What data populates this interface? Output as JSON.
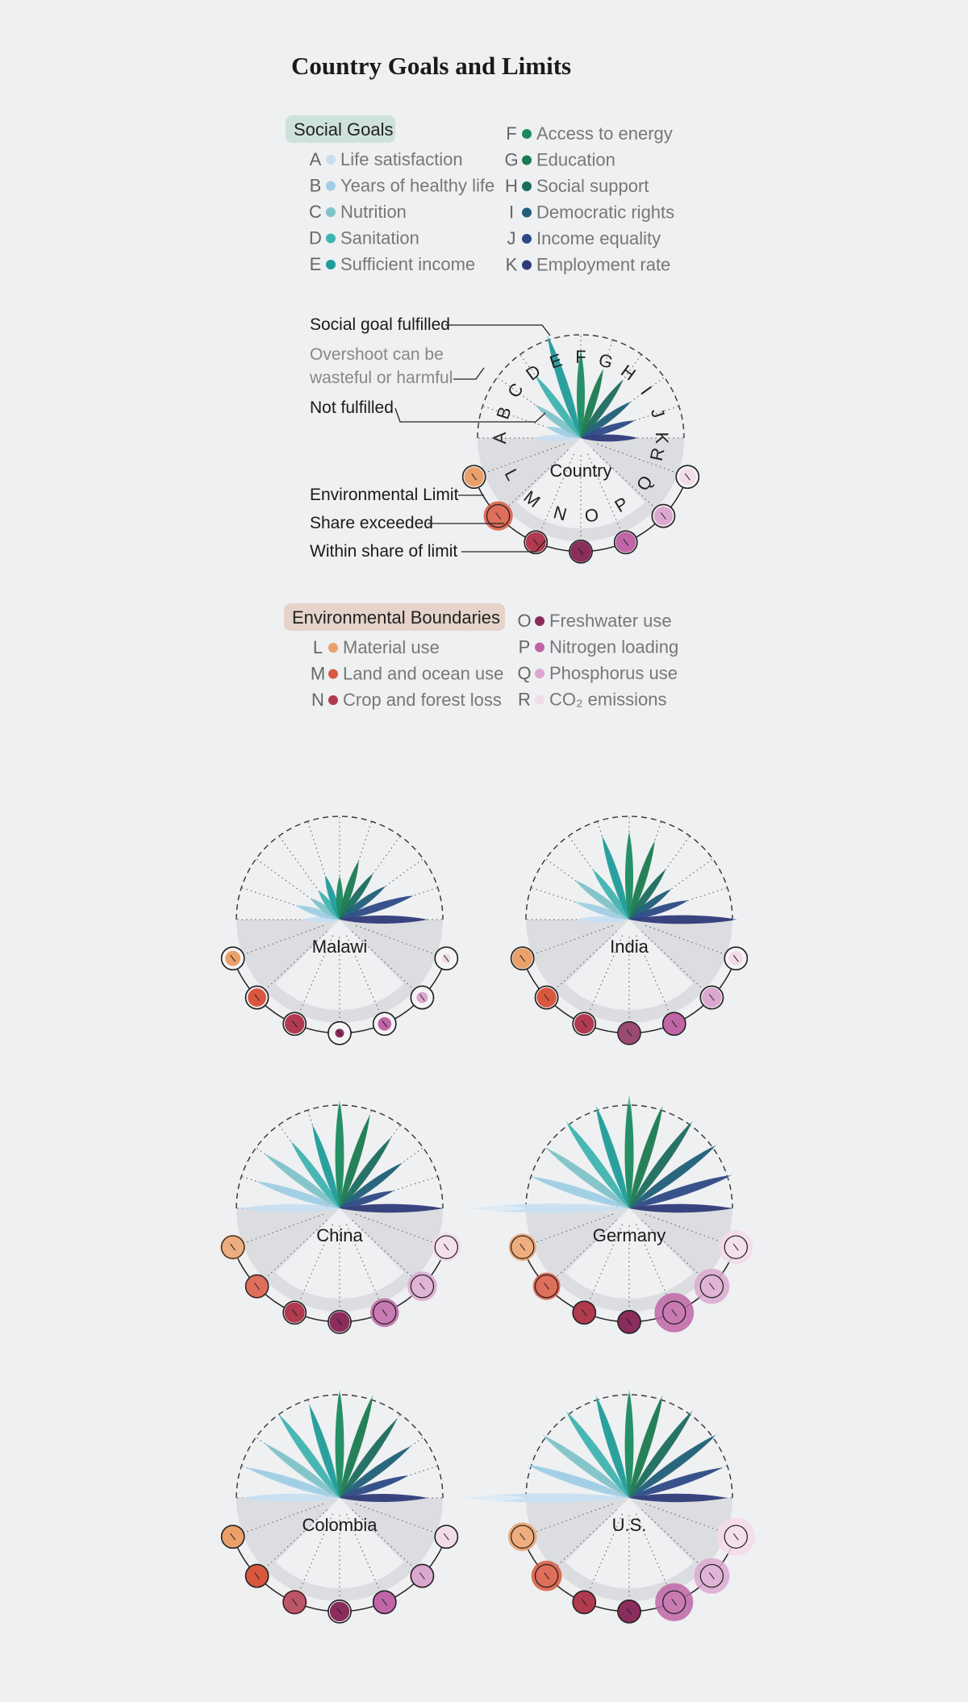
{
  "title": "Country Goals and Limits",
  "social_legend": {
    "heading": "Social Goals",
    "items": [
      {
        "letter": "A",
        "label": "Life satisfaction",
        "color": "#c8def0"
      },
      {
        "letter": "B",
        "label": "Years of healthy life",
        "color": "#9fcde4"
      },
      {
        "letter": "C",
        "label": "Nutrition",
        "color": "#7fc3c8"
      },
      {
        "letter": "D",
        "label": "Sanitation",
        "color": "#3fb3b0"
      },
      {
        "letter": "E",
        "label": "Sufficient income",
        "color": "#1f9c9a"
      },
      {
        "letter": "F",
        "label": "Access to energy",
        "color": "#1a8a5e"
      },
      {
        "letter": "G",
        "label": "Education",
        "color": "#1a7a50"
      },
      {
        "letter": "H",
        "label": "Social support",
        "color": "#1b6c5e"
      },
      {
        "letter": "I",
        "label": "Democratic rights",
        "color": "#1f5f78"
      },
      {
        "letter": "J",
        "label": "Income equality",
        "color": "#2d4a86"
      },
      {
        "letter": "K",
        "label": "Employment rate",
        "color": "#2f3a78"
      }
    ]
  },
  "env_legend": {
    "heading": "Environmental Boundaries",
    "items": [
      {
        "letter": "L",
        "label": "Material use",
        "color": "#eba06a"
      },
      {
        "letter": "M",
        "label": "Land and ocean use",
        "color": "#d9573f"
      },
      {
        "letter": "N",
        "label": "Crop and forest loss",
        "color": "#b23a4e"
      },
      {
        "letter": "O",
        "label": "Freshwater use",
        "color": "#8a2c5c"
      },
      {
        "letter": "P",
        "label": "Nitrogen loading",
        "color": "#c065a6"
      },
      {
        "letter": "Q",
        "label": "Phosphorus use",
        "color": "#dca8d0"
      },
      {
        "letter": "R",
        "label": "CO₂ emissions",
        "color": "#f3dbe8"
      }
    ]
  },
  "key": {
    "country_label": "Country",
    "annotations": {
      "fulfilled": "Social goal fulfilled",
      "overshoot_line1": "Overshoot can be",
      "overshoot_line2": "wasteful or harmful",
      "not_fulfilled": "Not fulfilled",
      "env_limit": "Environmental Limit",
      "share_exceeded": "Share exceeded",
      "within_share": "Within share of limit"
    }
  },
  "chart_data": {
    "type": "radial",
    "social_axis": [
      "A",
      "B",
      "C",
      "D",
      "E",
      "F",
      "G",
      "H",
      "I",
      "J",
      "K"
    ],
    "env_axis": [
      "L",
      "M",
      "N",
      "O",
      "P",
      "Q",
      "R"
    ],
    "goal_level": 1.0,
    "key_values": {
      "social": [
        0.45,
        0.35,
        0.55,
        0.75,
        1.05,
        0.85,
        0.7,
        0.7,
        0.6,
        0.55,
        0.55
      ],
      "env": [
        0.75,
        1.65,
        0.8,
        0.85,
        0.8,
        0.7,
        0.55
      ]
    },
    "countries": [
      {
        "name": "Malawi",
        "social": [
          0.35,
          0.45,
          0.35,
          0.35,
          0.45,
          0.42,
          0.6,
          0.55,
          0.55,
          0.75,
          0.85
        ],
        "env": [
          0.45,
          0.65,
          0.75,
          0.15,
          0.35,
          0.25,
          0.15
        ]
      },
      {
        "name": "India",
        "social": [
          0.5,
          0.55,
          0.65,
          0.6,
          0.85,
          0.85,
          0.8,
          0.6,
          0.5,
          0.6,
          1.05
        ],
        "env": [
          0.8,
          0.75,
          0.75,
          1.05,
          0.95,
          0.75,
          0.4
        ]
      },
      {
        "name": "China",
        "social": [
          0.95,
          0.85,
          0.9,
          0.8,
          0.85,
          1.05,
          0.95,
          0.85,
          0.75,
          0.55,
          1.0
        ],
        "env": [
          1.2,
          1.05,
          0.8,
          0.8,
          1.6,
          1.7,
          1.6
        ]
      },
      {
        "name": "Germany",
        "social": [
          1.55,
          1.0,
          1.0,
          1.05,
          1.05,
          1.1,
          1.05,
          1.05,
          1.05,
          1.05,
          1.0
        ],
        "env": [
          1.45,
          1.45,
          0.95,
          0.95,
          3.0,
          2.4,
          2.25
        ]
      },
      {
        "name": "Colombia",
        "social": [
          0.95,
          0.95,
          0.9,
          1.0,
          0.95,
          1.05,
          1.05,
          0.95,
          0.85,
          0.7,
          0.85
        ],
        "env": [
          0.9,
          0.9,
          1.15,
          0.75,
          1.0,
          0.9,
          0.8
        ]
      },
      {
        "name": "U.S.",
        "social": [
          1.6,
          1.05,
          1.05,
          1.05,
          1.05,
          1.05,
          1.05,
          1.05,
          1.05,
          0.95,
          0.95
        ],
        "env": [
          1.6,
          1.8,
          1.0,
          1.0,
          2.8,
          2.45,
          2.8
        ]
      }
    ]
  }
}
